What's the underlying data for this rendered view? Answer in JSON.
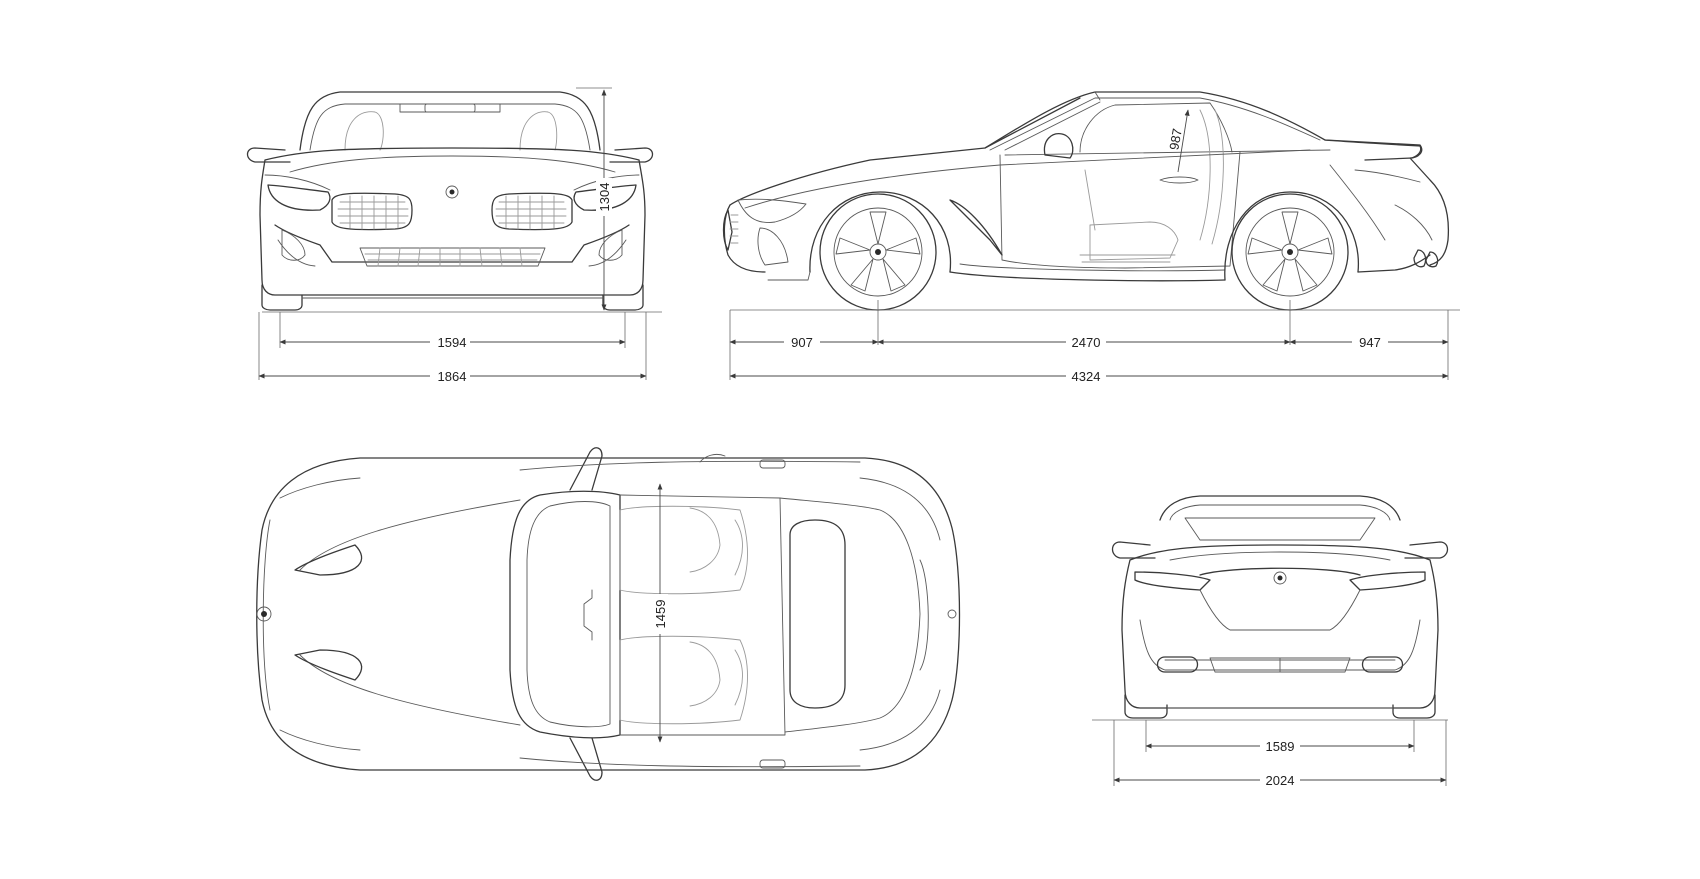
{
  "dimensions": {
    "front_height": "1304",
    "front_track": "1594",
    "overall_width": "1864",
    "front_overhang": "907",
    "wheelbase": "2470",
    "rear_overhang": "947",
    "overall_length": "4324",
    "headroom": "987",
    "interior_width": "1459",
    "rear_track": "1589",
    "width_with_mirrors": "2024"
  },
  "colors": {
    "line": "#3a3a3a",
    "background": "#ffffff"
  }
}
